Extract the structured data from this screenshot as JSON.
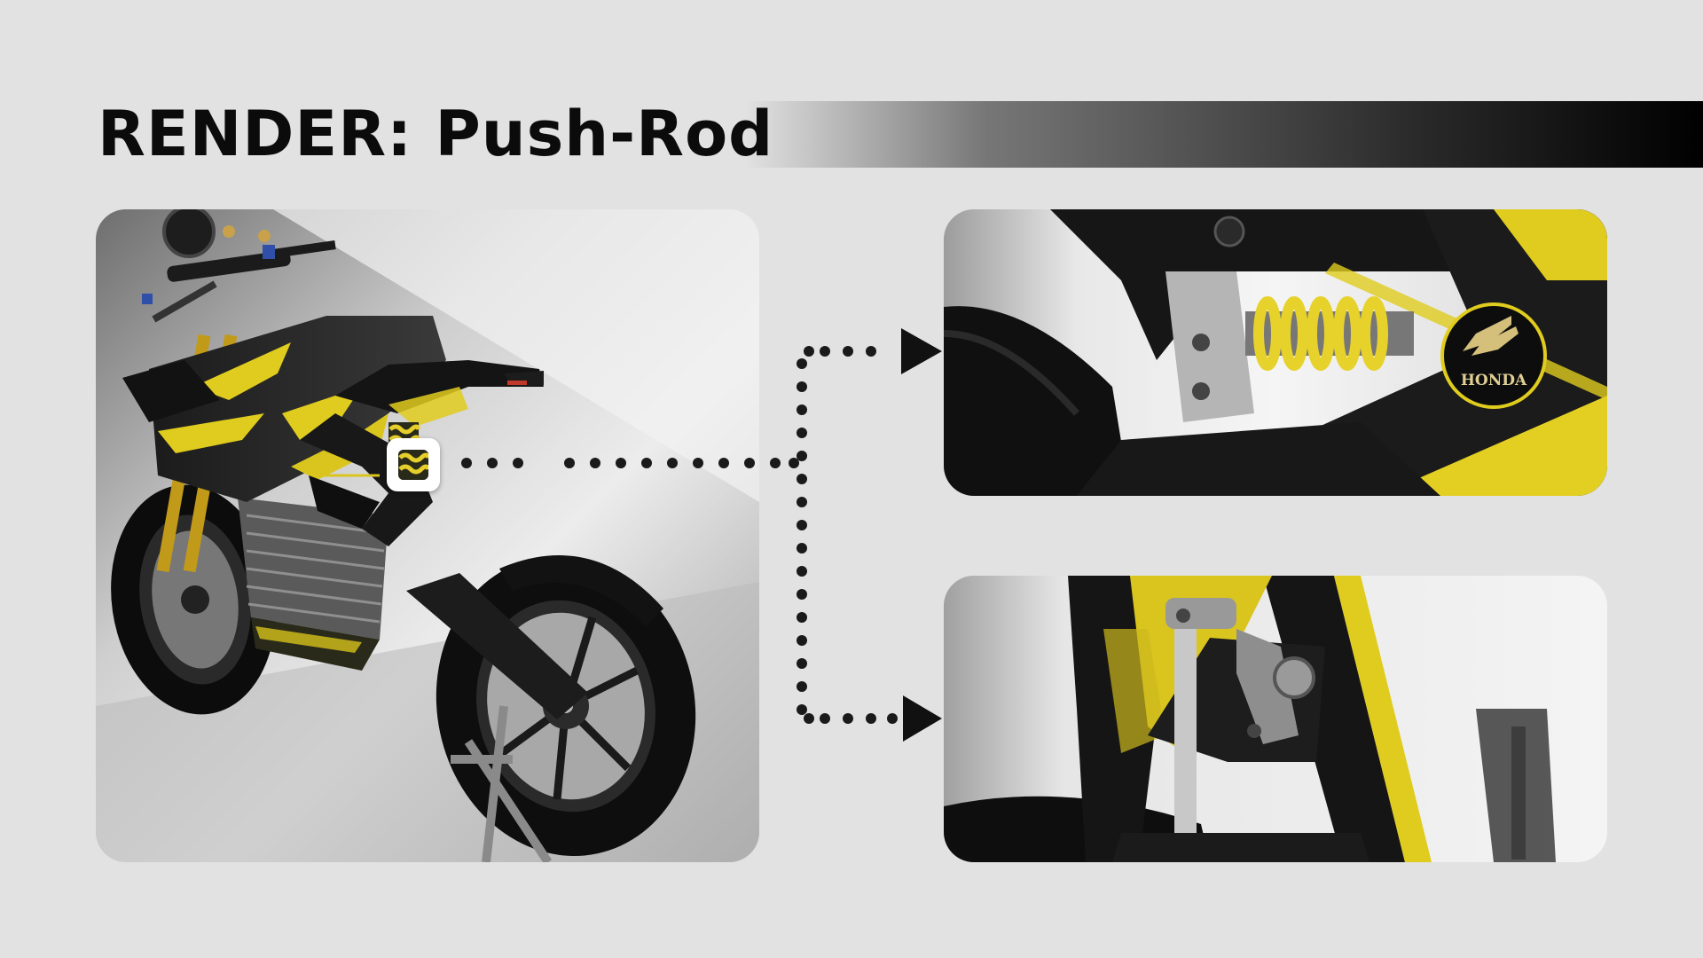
{
  "slide": {
    "title": "RENDER: Push-Rod"
  },
  "badge": {
    "brand_text": "HONDA"
  },
  "colors": {
    "background": "#e2e2e2",
    "accent_yellow": "#e0cc1e",
    "frame_black": "#141414",
    "connector_dots": "#1a1a1a"
  },
  "panels": {
    "main": "full-motorcycle-render",
    "top_detail": "rear-shock-closeup",
    "bottom_detail": "push-rod-linkage-closeup"
  }
}
